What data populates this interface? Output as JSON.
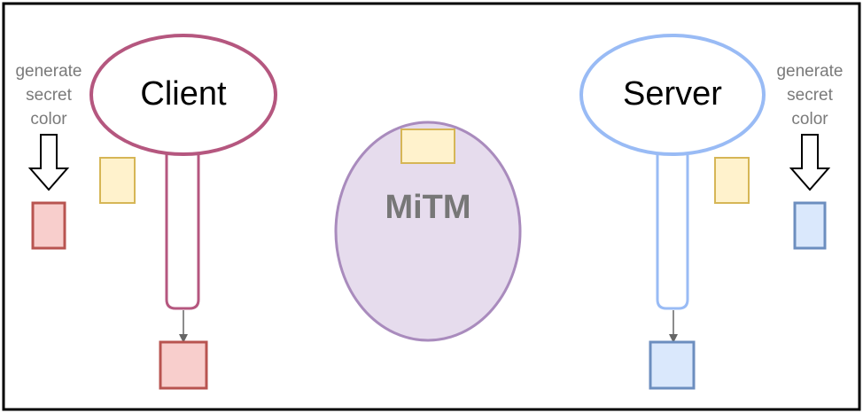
{
  "client": {
    "label": "Client",
    "annotation": [
      "generate",
      "secret",
      "color"
    ],
    "stroke": "#b5577f",
    "secret_fill": "#f8cecc",
    "secret_stroke": "#b85450"
  },
  "server": {
    "label": "Server",
    "annotation": [
      "generate",
      "secret",
      "color"
    ],
    "stroke": "#99bbf5",
    "secret_fill": "#dae8fc",
    "secret_stroke": "#6c8ebf"
  },
  "mitm": {
    "label": "MiTM",
    "fill": "#e6dced",
    "stroke": "#a98bbd"
  },
  "shared_color": {
    "fill": "#fff2cc",
    "stroke": "#d6b656"
  },
  "colors": {
    "border": "#000000",
    "arrow": "#666666"
  }
}
